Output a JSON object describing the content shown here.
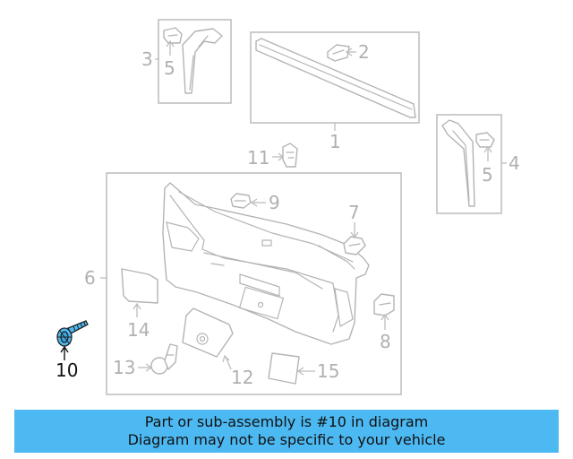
{
  "callouts": {
    "c1": "1",
    "c2": "2",
    "c3": "3",
    "c4": "4",
    "c5a": "5",
    "c5b": "5",
    "c6": "6",
    "c7": "7",
    "c8": "8",
    "c9": "9",
    "c10": "10",
    "c11": "11",
    "c12": "12",
    "c13": "13",
    "c14": "14",
    "c15": "15"
  },
  "highlight": {
    "part_number": "10",
    "color": "#4db9f2"
  },
  "banner": {
    "line1": "Part or sub-assembly is #10 in diagram",
    "line2": "Diagram may not be specific to your vehicle"
  }
}
